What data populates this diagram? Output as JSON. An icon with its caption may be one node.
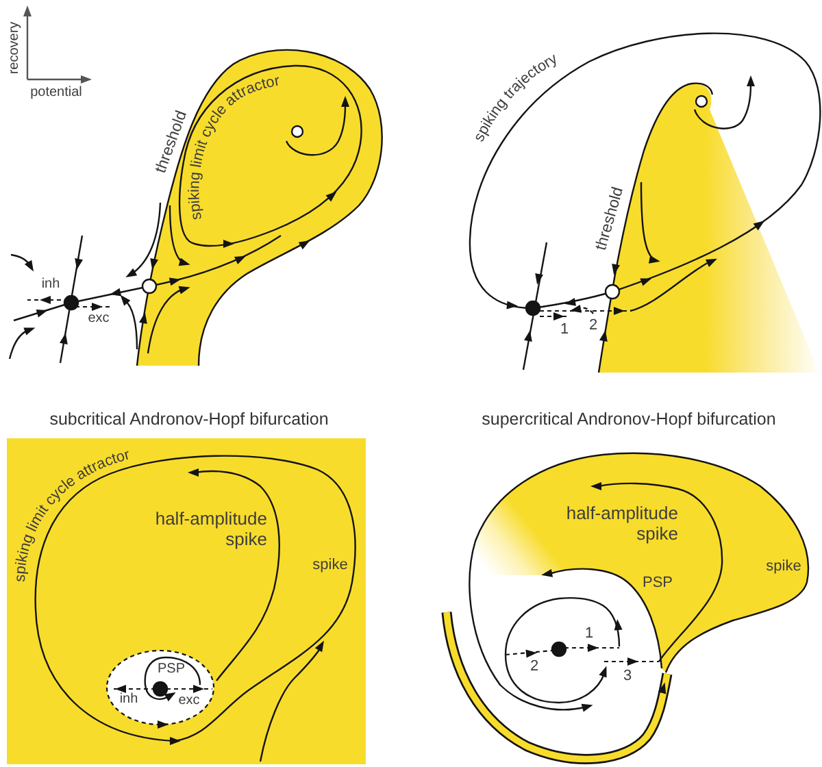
{
  "diagram": {
    "labels": [
      "recovery",
      "potential",
      "threshold",
      "spiking limit cycle attractor",
      "inh",
      "exc",
      "spiking trajectory",
      "threshold",
      "1",
      "2",
      "subcritical Andronov-Hopf bifurcation",
      "supercritical Andronov-Hopf bifurcation",
      "spiking limit cycle attractor",
      "half-amplitude spike",
      "spike",
      "PSP",
      "inh",
      "exc",
      "half-amplitude spike",
      "spike",
      "PSP",
      "1",
      "2",
      "3"
    ]
  }
}
